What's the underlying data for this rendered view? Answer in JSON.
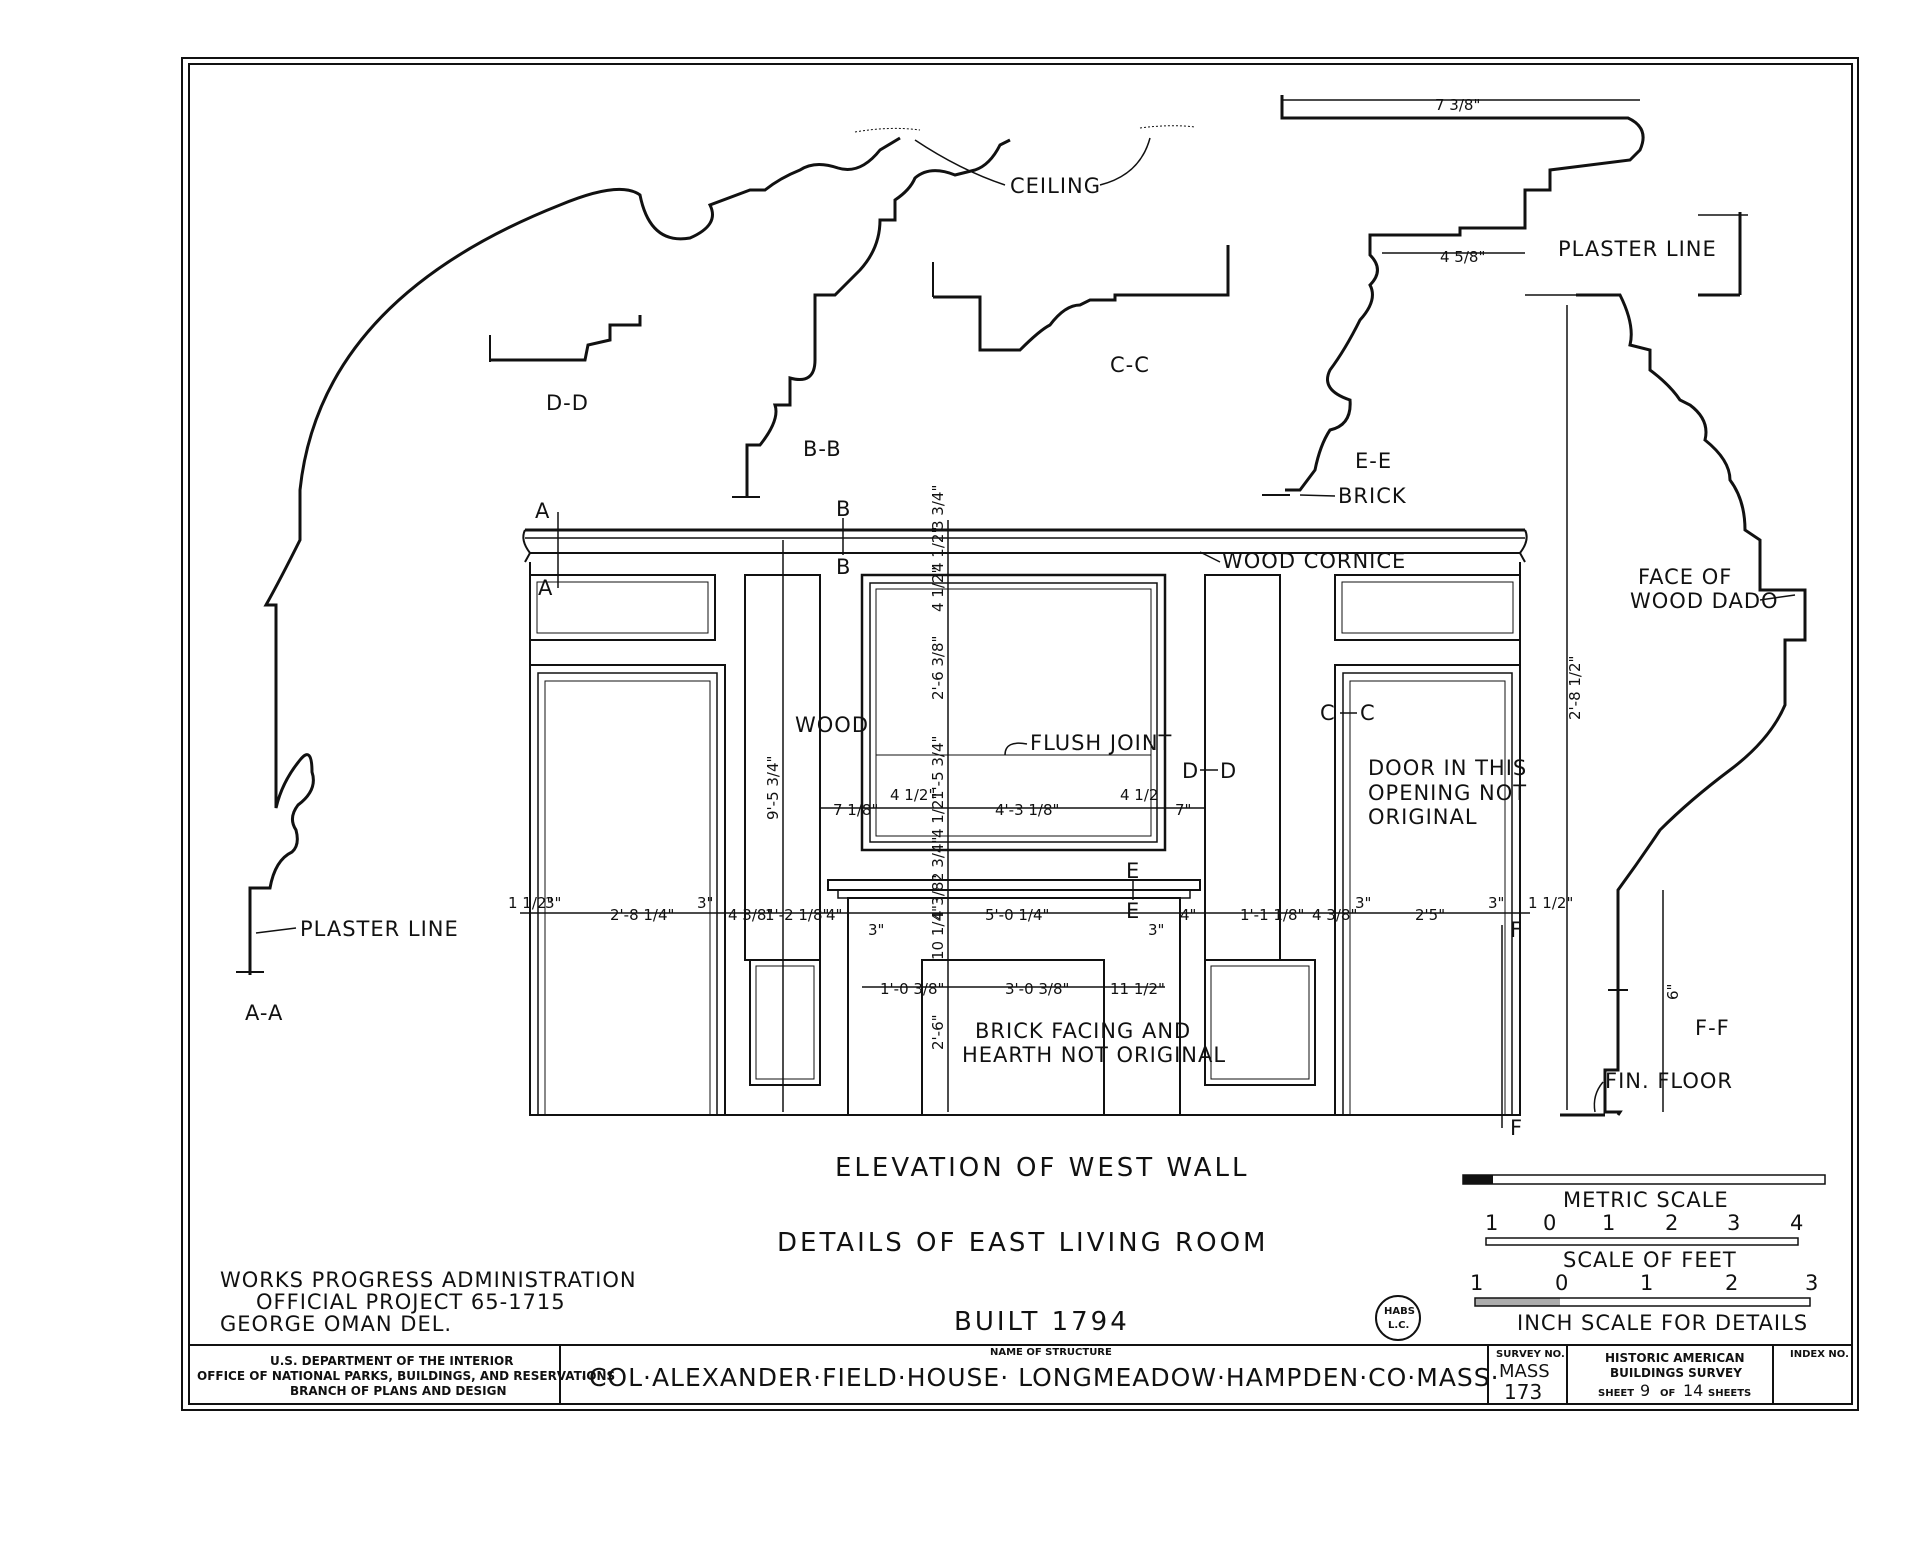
{
  "sections": {
    "aa": "A-A",
    "bb": "B-B",
    "cc": "C-C",
    "dd": "D-D",
    "ee": "E-E",
    "ff": "F-F"
  },
  "notes": {
    "ceiling": "CEILING",
    "plaster_line_left": "PLASTER LINE",
    "plaster_line_right": "PLASTER LINE",
    "brick": "BRICK",
    "wood_cornice": "WOOD CORNICE",
    "wood": "WOOD",
    "flush_joint": "FLUSH JOINT",
    "door_note": [
      "DOOR  IN THIS",
      "OPENING  NOT",
      "ORIGINAL"
    ],
    "brick_facing": [
      "BRICK FACING AND",
      "HEARTH NOT ORIGINAL"
    ],
    "face_wood_dado": [
      "FACE OF",
      "WOOD DADO"
    ],
    "fin_floor": "FIN. FLOOR"
  },
  "markers": {
    "a": "A",
    "b": "B",
    "c": "C",
    "d": "D",
    "e": "E",
    "f": "F"
  },
  "dimensions": {
    "ee_top": "7 3/8\"",
    "ee_mid": "4 5/8\"",
    "ff_height": "2'-8 1/2\"",
    "ff_base": "6\"",
    "overall_height": "9'-5 3/4\"",
    "cornice": "3 3/4\"",
    "cornice_gap": "4 1/2\"",
    "frame_top": "4 1/2\"",
    "frame_upper": "2'-6 3/8\"",
    "frame_lower": "1'-5 3/4\"",
    "frame_bottom": "4 1/2\"",
    "frame_left": "7 1/8\"",
    "frame_inner_left": "4 1/2\"",
    "frame_width": "4'-3 1/8\"",
    "frame_inner_right": "4 1/2",
    "frame_right": "7\"",
    "mantel_top": "2 3/4\"",
    "mantel_shelf": "4 3/8\"",
    "mantel_height": "10 1/4\"",
    "opening_height": "2'-6\"",
    "opening_left": "1'-0 3/8\"",
    "opening_width": "3'-0 3/8\"",
    "opening_right": "11 1/2\"",
    "row": [
      "1 1/2\"",
      "3\"",
      "2'-8 1/4\"",
      "3\"",
      "4 3/8\"",
      "1'-2 1/8\"",
      "4\"",
      "3\"",
      "5'-0 1/4\"",
      "3\"",
      "4\"",
      "1'-1 1/8\"",
      "4 3/8\"",
      "3\"",
      "2'5\"",
      "3\"",
      "1 1/2\""
    ]
  },
  "titles": {
    "elevation": "ELEVATION OF WEST WALL",
    "details": "DETAILS OF EAST LIVING ROOM",
    "built": "BUILT 1794"
  },
  "credits": {
    "line1": "WORKS PROGRESS ADMINISTRATION",
    "line2": "OFFICIAL PROJECT 65-1715",
    "line3": "GEORGE OMAN DEL."
  },
  "scales": {
    "metric_label": "METRIC SCALE",
    "metric_ticks": [
      "1",
      "0",
      "1",
      "2",
      "3",
      "4"
    ],
    "feet_label": "SCALE OF FEET",
    "feet_ticks": [
      "1",
      "0",
      "1",
      "2",
      "3"
    ],
    "inch_label": "INCH SCALE FOR DETAILS"
  },
  "title_block": {
    "agency_1": "U.S. DEPARTMENT OF THE INTERIOR",
    "agency_2": "OFFICE OF NATIONAL PARKS, BUILDINGS, AND RESERVATIONS",
    "agency_3": "BRANCH OF PLANS AND DESIGN",
    "name_caption": "NAME OF STRUCTURE",
    "structure_name": "·COL·ALEXANDER·FIELD·HOUSE· LONGMEADOW·HAMPDEN·CO·MASS·",
    "survey_caption": "SURVEY NO.",
    "survey_state": "MASS",
    "survey_number": "173",
    "habs_1": "HISTORIC AMERICAN",
    "habs_2": "BUILDINGS SURVEY",
    "sheet_prefix": "SHEET",
    "sheet_no": "9",
    "sheet_of": "OF",
    "sheet_total": "14",
    "sheet_suffix": "SHEETS",
    "index_caption": "INDEX NO."
  },
  "seal": {
    "line1": "HABS",
    "line2": "L.C."
  }
}
